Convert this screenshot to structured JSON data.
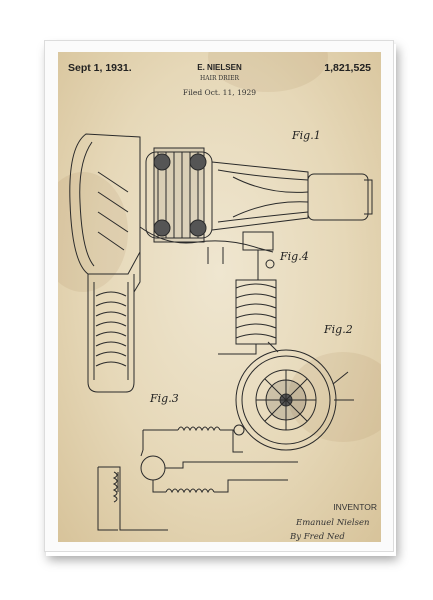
{
  "patent": {
    "date": "Sept 1, 1931.",
    "inventor_name": "E. NIELSEN",
    "title": "HAIR DRIER",
    "filed": "Filed Oct. 11, 1929",
    "number": "1,821,525"
  },
  "figures": {
    "fig1": "Fig.1",
    "fig2": "Fig.2",
    "fig3": "Fig.3",
    "fig4": "Fig.4"
  },
  "footer": {
    "inventor_label": "INVENTOR",
    "inventor_signature": "Emanuel Nielsen",
    "attorney_signature": "By Fred Ned"
  },
  "colors": {
    "paper": "#e6d8b8",
    "ink": "#2a2a2a",
    "frame": "#fbfbfb"
  }
}
